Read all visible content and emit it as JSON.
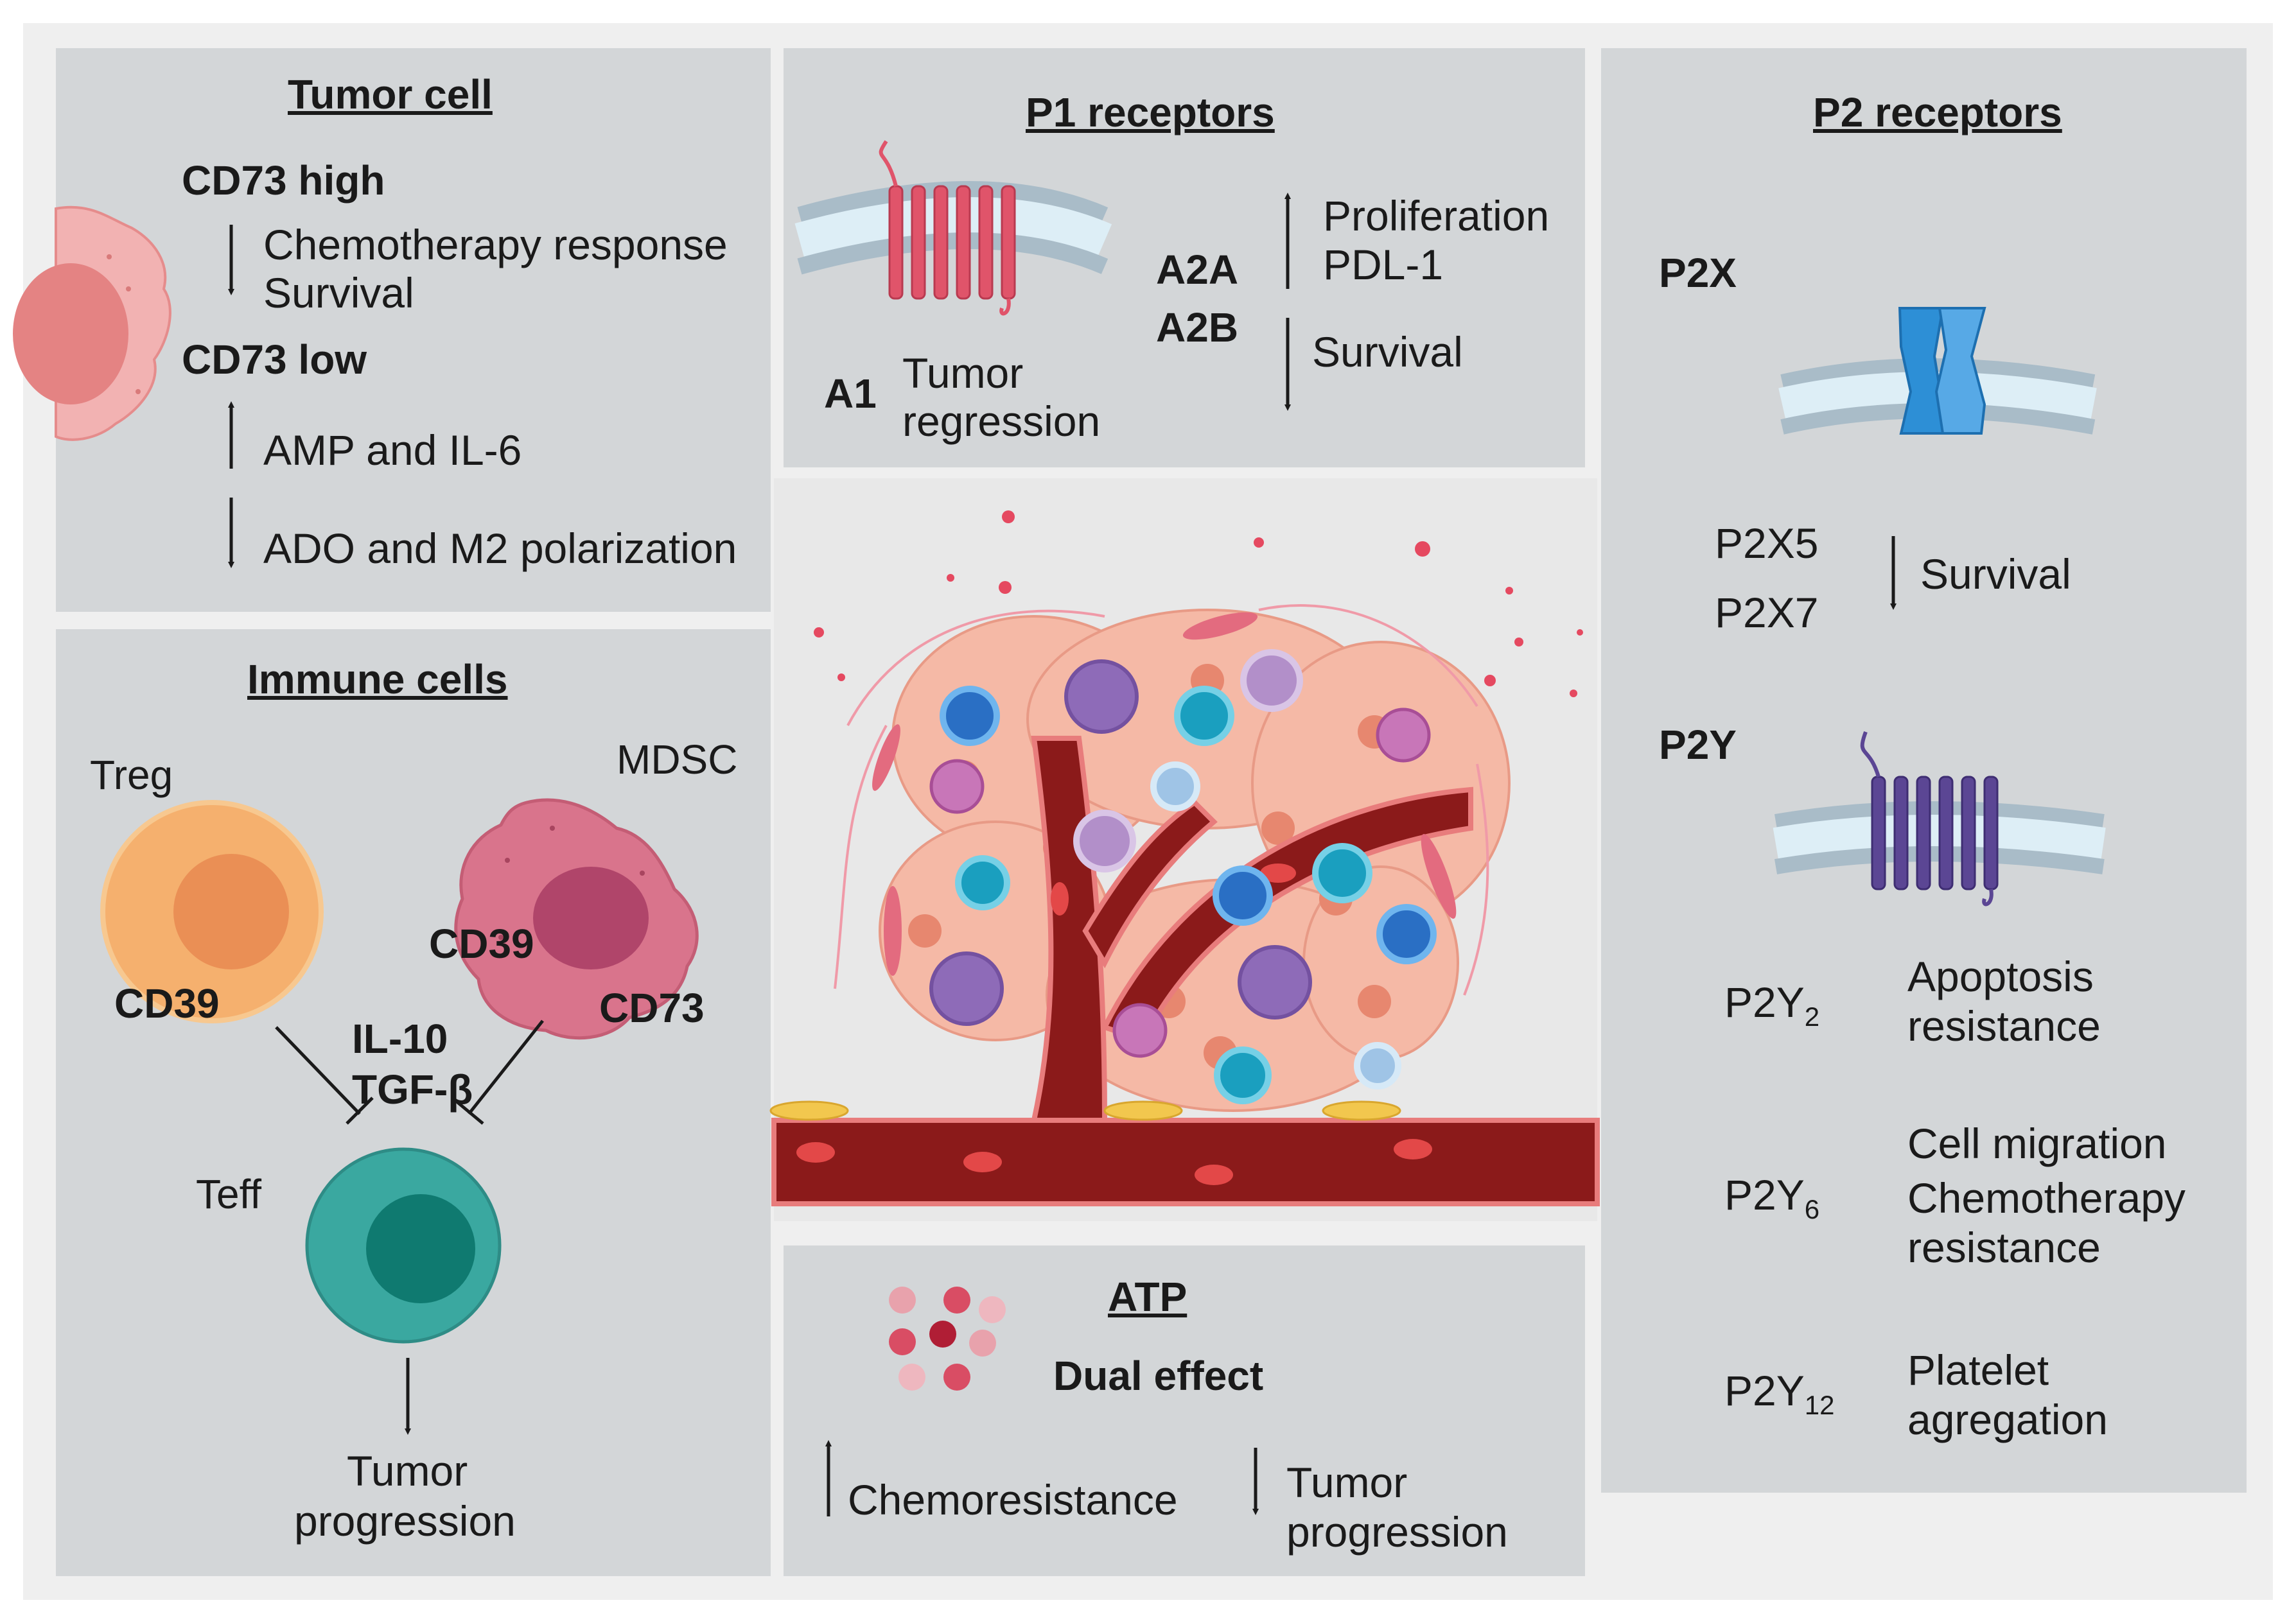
{
  "tumor_cell": {
    "title": "Tumor cell",
    "cd73_high": "CD73 high",
    "high_effects": [
      "Chemotherapy response",
      "Survival"
    ],
    "cd73_low": "CD73 low",
    "low_up": "AMP and IL-6",
    "low_down": "ADO and M2 polarization"
  },
  "immune": {
    "title": "Immune cells",
    "treg": "Treg",
    "mdsc": "MDSC",
    "treg_marker": "CD39",
    "mdsc_marker1": "CD39",
    "mdsc_marker2": "CD73",
    "cytokine1": "IL-10",
    "cytokine2": "TGF-β",
    "teff": "Teff",
    "outcome_line1": "Tumor",
    "outcome_line2": "progression"
  },
  "p1": {
    "title": "P1 receptors",
    "a1": "A1",
    "a1_effect_line1": "Tumor",
    "a1_effect_line2": "regression",
    "a2a": "A2A",
    "a2b": "A2B",
    "up_line1": "Proliferation",
    "up_line2": "PDL-1",
    "down": "Survival"
  },
  "atp": {
    "title": "ATP",
    "subtitle": "Dual effect",
    "up": "Chemoresistance",
    "down_line1": "Tumor",
    "down_line2": "progression"
  },
  "p2": {
    "title": "P2 receptors",
    "p2x": "P2X",
    "p2x5": "P2X5",
    "p2x7": "P2X7",
    "p2x_effect": "Survival",
    "p2y": "P2Y",
    "p2y2_base": "P2Y",
    "p2y2_sub": "2",
    "p2y2_effect_line1": "Apoptosis",
    "p2y2_effect_line2": "resistance",
    "p2y6_base": "P2Y",
    "p2y6_sub": "6",
    "p2y6_effect_line1": "Cell migration",
    "p2y6_effect_line2": "Chemotherapy",
    "p2y6_effect_line3": "resistance",
    "p2y12_base": "P2Y",
    "p2y12_sub": "12",
    "p2y12_effect_line1": "Platelet",
    "p2y12_effect_line2": "agregation"
  },
  "colors": {
    "panel_bg": "#d3d6d8",
    "frame_bg": "#efefef",
    "tumor_pink": "#f2b2b2",
    "treg_orange": "#f5b06e",
    "mdsc_pink": "#d9748c",
    "teff_teal": "#3aa8a0",
    "vessel_red": "#8b1a1a",
    "a_receptor_red": "#e0546a",
    "p2x_blue": "#2d8fd6",
    "p2y_purple": "#5b4694",
    "membrane_light": "#ddeef6",
    "membrane_dark": "#a9bcc8"
  }
}
